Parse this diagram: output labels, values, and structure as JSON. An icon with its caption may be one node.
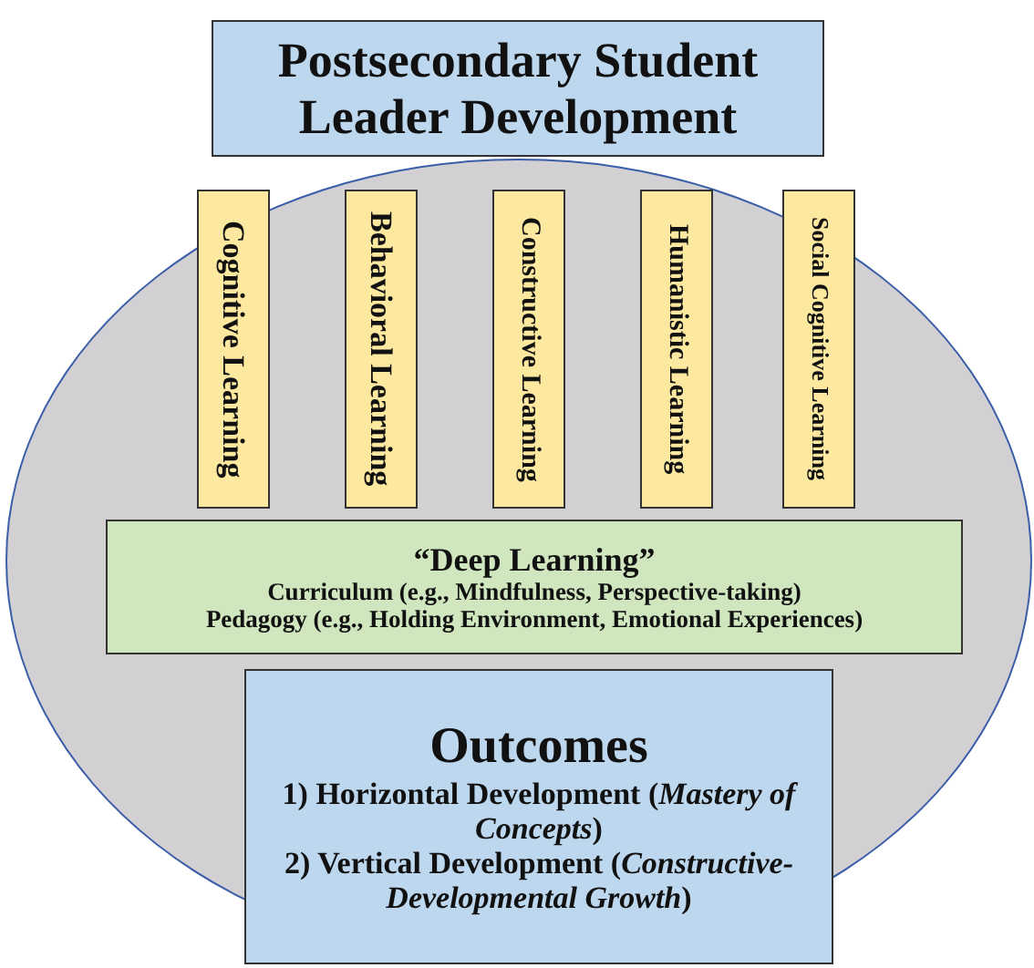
{
  "diagram": {
    "nodes": [
      {
        "text": [
          "Postsecondary Student Leader Development"
        ]
      },
      {
        "text": [],
        "shape": "circle"
      },
      {
        "text": [
          "Cognitive Learning"
        ],
        "in": 1
      },
      {
        "text": [
          "Behavioral Learning"
        ],
        "in": 1
      },
      {
        "text": [
          "Constructive Learning"
        ],
        "in": 1
      },
      {
        "text": [
          "Humanistic Learning"
        ],
        "in": 1
      },
      {
        "text": [
          "Social Cognitive Learning"
        ],
        "in": 1
      },
      {
        "text": [
          "“Deep Learning”",
          "Curriculum (e.g., Mindfulness, Perspective-taking)",
          "Pedagogy (e.g., Holding Environment, Emotional Experiences)"
        ],
        "in": 1
      },
      {
        "text": [
          "Outcomes",
          "1) Horizontal Development (*Mastery of Concepts*)",
          "2) Vertical Development (*Constructive-Developmental Growth*)"
        ],
        "in": 1
      }
    ]
  }
}
